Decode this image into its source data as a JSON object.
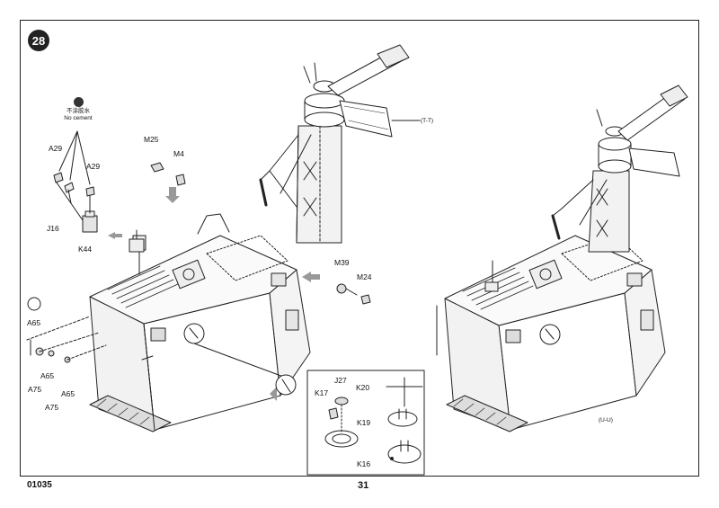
{
  "step": {
    "number": "28"
  },
  "note": {
    "chinese": "不涂胶水",
    "english": "No cement"
  },
  "parts": {
    "a29_left": "A29",
    "a29_right": "A29",
    "j16": "J16",
    "k44": "K44",
    "m25": "M25",
    "m4": "M4",
    "m39": "M39",
    "m24": "M24",
    "a65_top": "A65",
    "a65_mid": "A65",
    "a65_bottom": "A65",
    "a75_left": "A75",
    "a75_bottom": "A75",
    "j27": "J27",
    "k20": "K20",
    "k17": "K17",
    "k19": "K19",
    "k16": "K16"
  },
  "views": {
    "tt": "(T-T)",
    "uu": "(U-U)"
  },
  "footer": {
    "catalog": "01035",
    "page": "31"
  }
}
